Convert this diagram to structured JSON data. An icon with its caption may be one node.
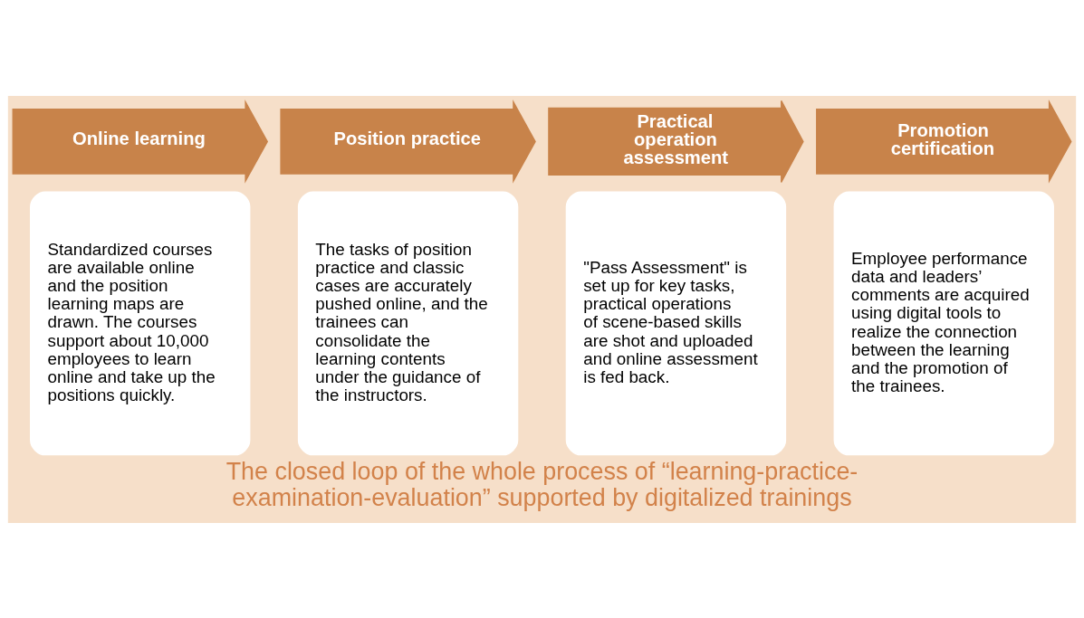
{
  "diagram": {
    "caption": "The closed loop of the whole process of “learning-practice-examination-evaluation” supported by digitalized trainings",
    "nodes": [
      {
        "text": [
          "Online learning"
        ]
      },
      {
        "text": [
          "Standardized courses are available online and the position learning maps are drawn. The courses support about 10,000 employees to learn online and take up the positions quickly."
        ]
      },
      {
        "text": [
          "Position practice"
        ]
      },
      {
        "text": [
          "The tasks of position practice and classic cases are accurately pushed online, and the trainees can consolidate the learning contents under the guidance of the instructors."
        ]
      },
      {
        "text": [
          "Practical operation assessment"
        ]
      },
      {
        "text": [
          "\"Pass Assessment\" is set up for key tasks, practical operations of scene-based skills are shot and uploaded and online assessment is fed back."
        ]
      },
      {
        "text": [
          "Promotion certification"
        ]
      },
      {
        "text": [
          "Employee performance data and leaders’ comments are acquired using digital tools to realize the connection between the learning and the promotion of the trainees."
        ]
      }
    ],
    "edges": []
  }
}
